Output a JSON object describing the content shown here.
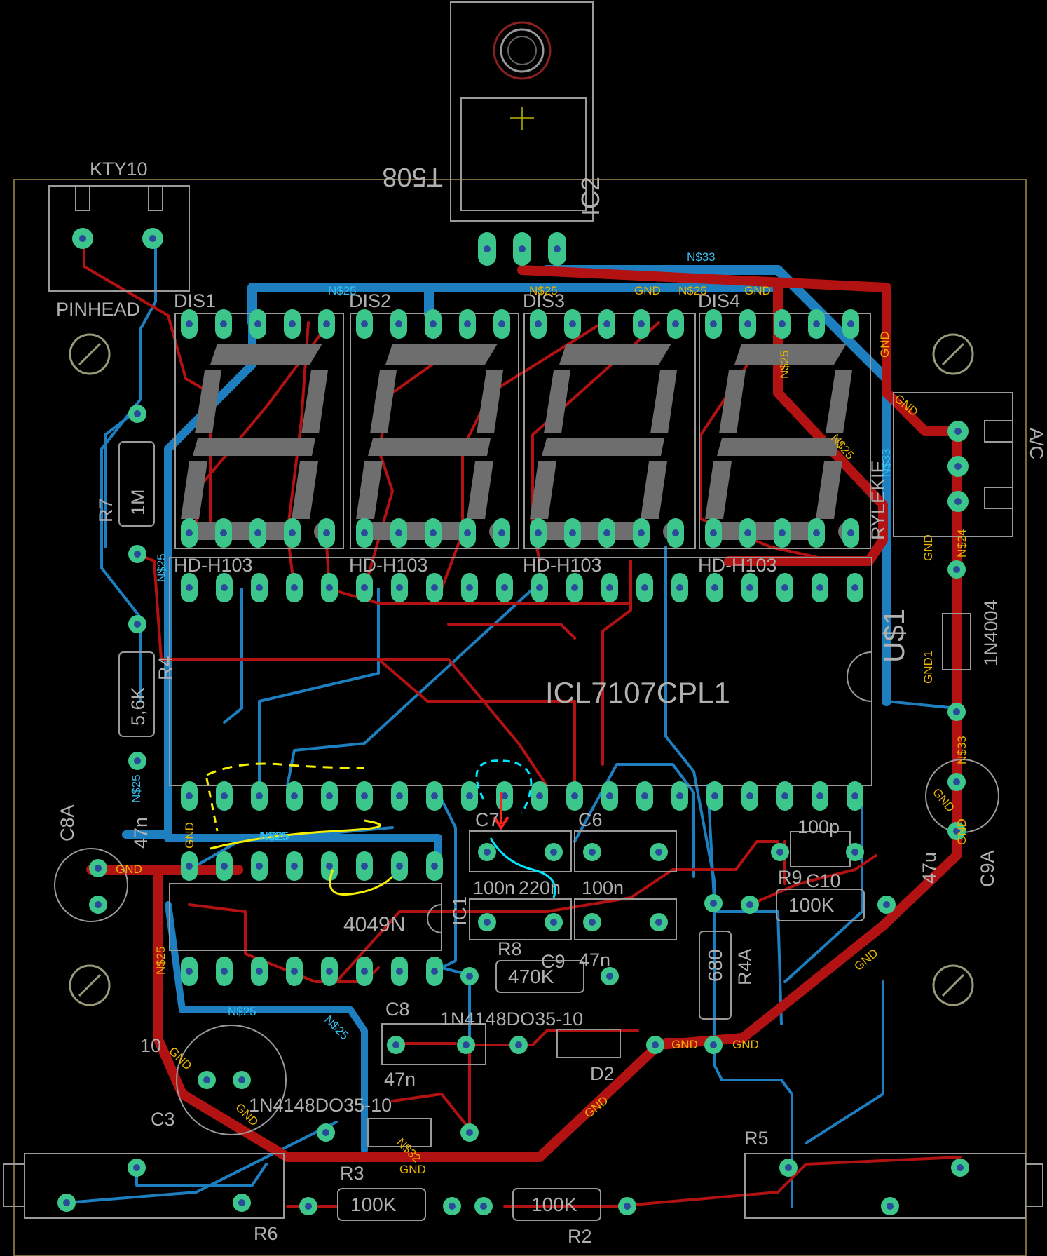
{
  "colors": {
    "background": "#000000",
    "bottom_trace": "#1d7fbf",
    "top_trace": "#b31212",
    "pad": "#3cc68c",
    "silkscreen": "#b0b0b0",
    "net_label_top": "#e8b400",
    "net_label_bottom": "#36c0f0",
    "sketch_yellow": "#f5f000",
    "sketch_cyan": "#00e8ff",
    "marker_red": "#ff2020"
  },
  "components": {
    "kty10": "KTY10",
    "pinhead": "PINHEAD",
    "t508": "T508",
    "ic2": "IC2",
    "dis1": "DIS1",
    "dis2": "DIS2",
    "dis3": "DIS3",
    "dis4": "DIS4",
    "display_type": "HD-H103",
    "r7": "R7",
    "r7_value": "1M",
    "r4": "R4",
    "r4_value": "5,6K",
    "c8a": "C8A",
    "c8a_value": "47n",
    "icl": "ICL7107CPL1",
    "us1": "U$1",
    "cd4049": "4049N",
    "ic1": "IC1",
    "c7": "C7",
    "c6": "C6",
    "c6_value": "100n",
    "c7_value": "220n",
    "c100n_b": "100n",
    "c9": "C9",
    "c9_value": "47n",
    "r8": "R8",
    "r8_value": "470K",
    "c10": "C10",
    "c10_value": "100p",
    "r9": "R9",
    "r9_value": "100K",
    "c9a": "C9A",
    "c9a_value": "47u",
    "d1": "1N4004",
    "d2": "D2",
    "d2_type": "1N4148DO35-10",
    "d3_type": "1N4148DO35-10",
    "c8": "C8",
    "c8_value": "47n",
    "c3": "C3",
    "c3_value": "10",
    "r4a": "R4A",
    "r4a_value": "680",
    "r3": "R3",
    "r3_value": "100K",
    "r2": "R2",
    "r2_value": "100K",
    "r5": "R5",
    "r6": "R6",
    "jack": "RYLEKIE",
    "jack_side": "A/C"
  },
  "nets": {
    "n25": "N$25",
    "n33": "N$33",
    "n24": "N$24",
    "gnd": "GND",
    "gnd1": "GND1",
    "n32": "N$32"
  }
}
